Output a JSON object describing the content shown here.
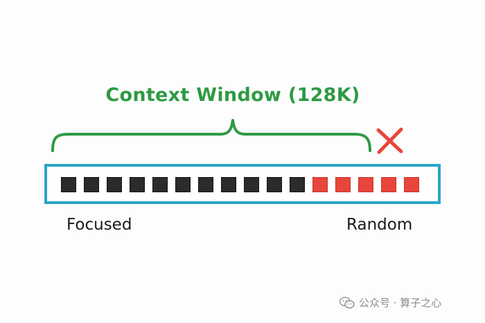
{
  "diagram": {
    "title": "Context Window (128K)",
    "left_label": "Focused",
    "right_label": "Random",
    "cells": [
      "focused",
      "focused",
      "focused",
      "focused",
      "focused",
      "focused",
      "focused",
      "focused",
      "focused",
      "focused",
      "focused",
      "random",
      "random",
      "random",
      "random",
      "random"
    ],
    "reject_icon": "x-mark-icon",
    "colors": {
      "brace": "#2f9a44",
      "title": "#2f9a44",
      "bar_border": "#2aa6c4",
      "focused_cell": "#2b2b2b",
      "random_cell": "#e8453c",
      "reject_mark": "#e8453c"
    }
  },
  "watermark": {
    "text": "公众号 · 算子之心",
    "icon": "wechat-icon"
  }
}
